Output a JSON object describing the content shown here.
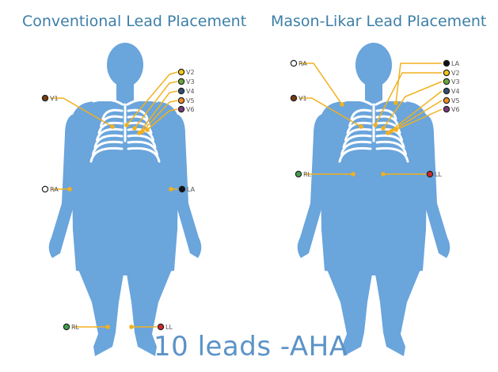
{
  "colors": {
    "title": "#3d7fa8",
    "body": "#6aa5dc",
    "ribs": "#ffffff",
    "wire": "#f2b01e",
    "footer": "#5b93c7",
    "label": "#555555"
  },
  "leads": {
    "RA": {
      "label": "RA",
      "color": "#ffffff"
    },
    "LA": {
      "label": "LA",
      "color": "#111111"
    },
    "RL": {
      "label": "RL",
      "color": "#3fa24b"
    },
    "LL": {
      "label": "LL",
      "color": "#d22828"
    },
    "V1": {
      "label": "V1",
      "color": "#7a3a10"
    },
    "V2": {
      "label": "V2",
      "color": "#f5c518"
    },
    "V3": {
      "label": "V3",
      "color": "#6aa83c"
    },
    "V4": {
      "label": "V4",
      "color": "#2f4f6f"
    },
    "V5": {
      "label": "V5",
      "color": "#f08c1e"
    },
    "V6": {
      "label": "V6",
      "color": "#7a3a7a"
    }
  },
  "panels": [
    {
      "title": "Conventional Lead Placement"
    },
    {
      "title": "Mason-Likar Lead Placement"
    }
  ],
  "footer": "10 leads -AHA"
}
